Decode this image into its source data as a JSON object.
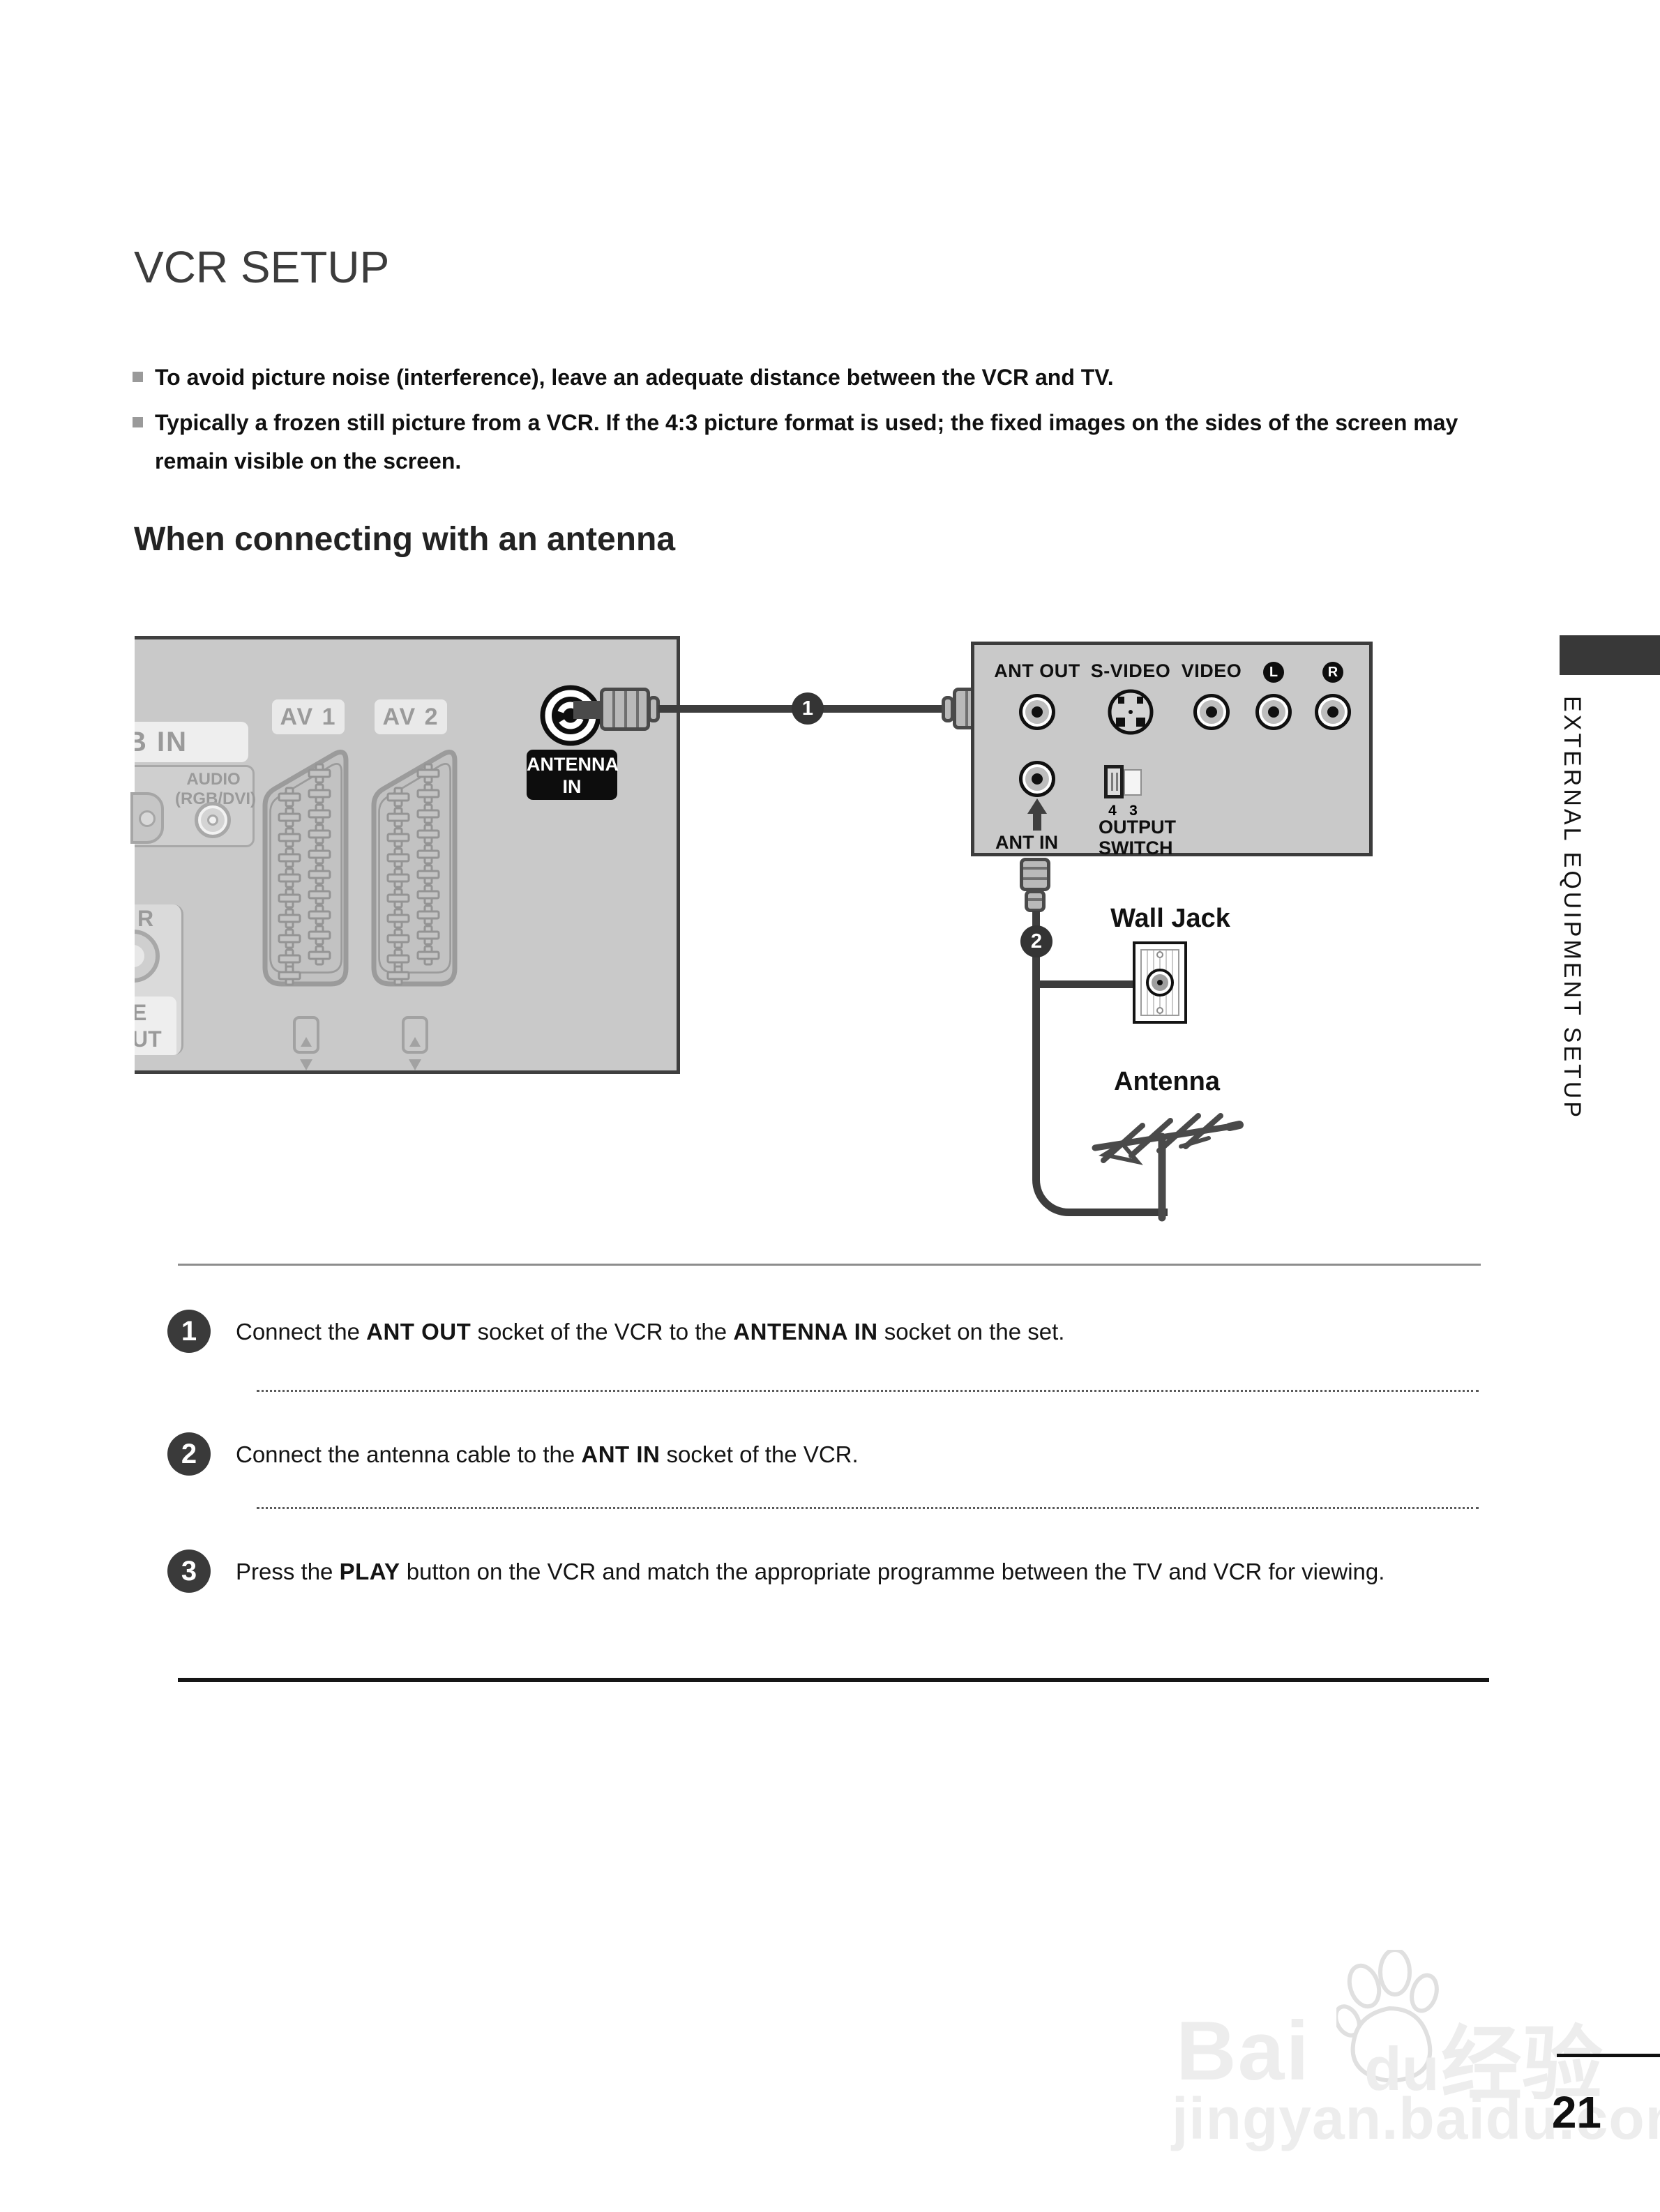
{
  "page": {
    "title": "VCR SETUP",
    "section_heading": "When connecting with an antenna",
    "bullets": [
      {
        "text": "To avoid picture noise (interference), leave an adequate distance between the VCR and TV."
      },
      {
        "text": "Typically a frozen still picture from a VCR. If the 4:3 picture format is used; the fixed images on the sides of the screen may remain visible on the screen."
      }
    ],
    "sidebar_vertical_text": "EXTERNAL EQUIPMENT SETUP",
    "page_number": "21"
  },
  "diagram": {
    "tv_panel": {
      "av1": "AV 1",
      "av2": "AV 2",
      "rgb_in_cut": "B IN",
      "audio_line1": "AUDIO",
      "audio_line2": "(RGB/DVI)",
      "varout_r": "R",
      "varout_e": "E",
      "varout_ut": "UT",
      "antenna_in_line1": "ANTENNA",
      "antenna_in_line2": "IN"
    },
    "vcr_panel": {
      "ant_out": "ANT OUT",
      "s_video": "S-VIDEO",
      "video": "VIDEO",
      "audio_l": "L",
      "audio_r": "R",
      "switch_pos4": "4",
      "switch_pos3": "3",
      "output_switch_line1": "OUTPUT",
      "output_switch_line2": "SWITCH",
      "ant_in": "ANT IN"
    },
    "markers": {
      "step1": "1",
      "step2": "2"
    },
    "wall_jack_label": "Wall Jack",
    "antenna_label": "Antenna"
  },
  "instructions": {
    "steps": [
      {
        "num": "1",
        "seg1": "Connect the ",
        "bold1": "ANT OUT",
        "seg2": " socket of the VCR to the ",
        "bold2": "ANTENNA IN",
        "seg3": " socket on the set."
      },
      {
        "num": "2",
        "seg1": "Connect the antenna cable to the ",
        "bold1": "ANT IN",
        "seg2": " socket of the VCR.",
        "bold2": "",
        "seg3": ""
      },
      {
        "num": "3",
        "seg1": "Press the ",
        "bold1": "PLAY",
        "seg2": " button on the VCR and match the appropriate programme between the TV and VCR for viewing.",
        "bold2": "",
        "seg3": ""
      }
    ]
  },
  "watermark": {
    "brand_bai": "Bai",
    "brand_du": "du",
    "brand_cn": "经验",
    "site_url": "jingyan.baidu.com"
  },
  "colors": {
    "panel_gray": "#c9c9c9",
    "panel_border": "#3f3f3f",
    "cable": "#3d3d3d",
    "muted_label": "#9a9a9a",
    "label_black_bg": "#0d0d0d",
    "step_circle": "#3a3a3a"
  }
}
